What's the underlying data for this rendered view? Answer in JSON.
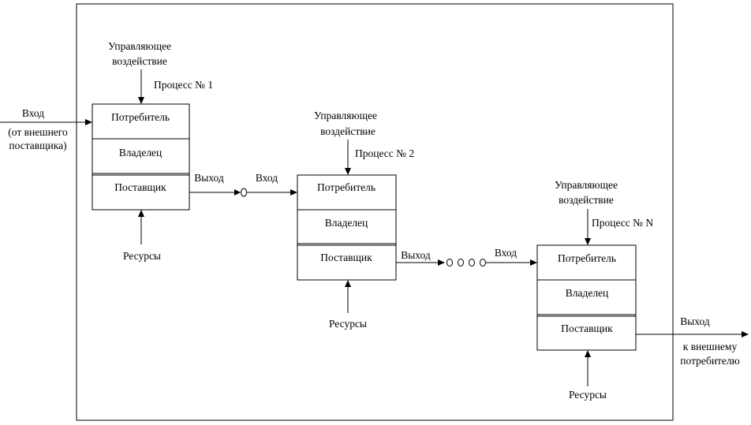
{
  "input": {
    "label": "Вход",
    "note_line1": "(от внешнего",
    "note_line2": "поставщика)"
  },
  "output": {
    "label": "Выход",
    "note_line1": "к  внешнему",
    "note_line2": "потребителю"
  },
  "processes": [
    {
      "control_line1": "Управляющее",
      "control_line2": "воздействие",
      "name": "Процесс № 1",
      "rows": [
        "Потребитель",
        "Владелец",
        "Поставщик"
      ],
      "resources": "Ресурсы"
    },
    {
      "control_line1": "Управляющее",
      "control_line2": "воздействие",
      "name": "Процесс № 2",
      "rows": [
        "Потребитель",
        "Владелец",
        "Поставщик"
      ],
      "resources": "Ресурсы"
    },
    {
      "control_line1": "Управляющее",
      "control_line2": "воздействие",
      "name": "Процесс № N",
      "rows": [
        "Потребитель",
        "Владелец",
        "Поставщик"
      ],
      "resources": "Ресурсы"
    }
  ],
  "links": [
    {
      "out_label": "Выход",
      "in_label": "Вход"
    },
    {
      "out_label": "Выход",
      "in_label": "Вход"
    }
  ]
}
